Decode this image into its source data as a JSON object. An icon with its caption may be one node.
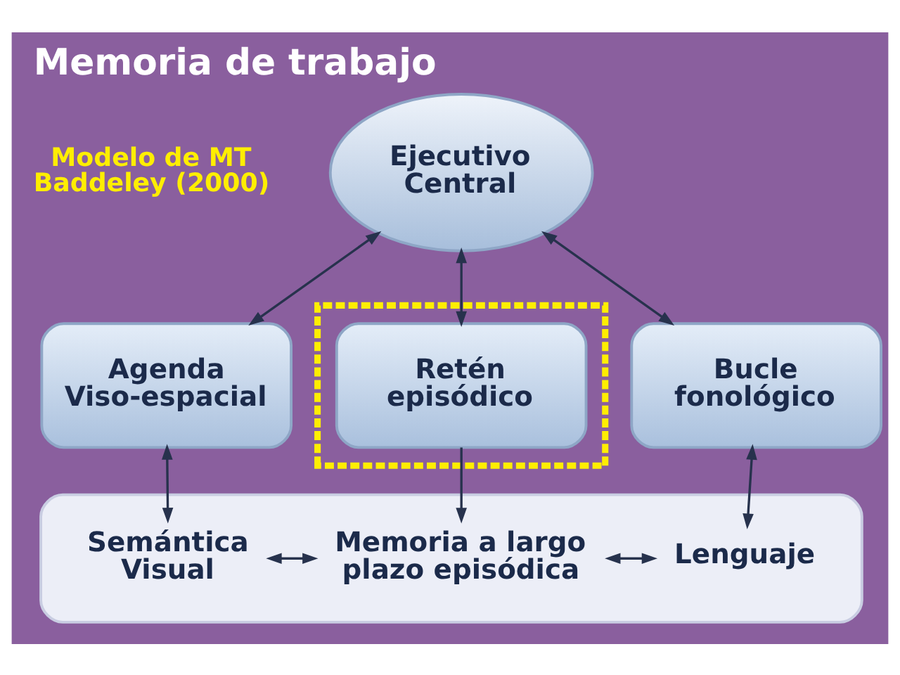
{
  "diagram": {
    "title": "Memoria de trabajo",
    "nodes": [
      {
        "text": [
          "Ejecutivo Central"
        ]
      },
      {
        "text": [
          "Agenda Viso-espacial"
        ]
      },
      {
        "text": [],
        "shape": "box"
      },
      {
        "text": [
          "Retén episódico"
        ],
        "in": 2
      },
      {
        "text": [
          "Bucle fonológico"
        ]
      },
      {
        "text": [],
        "shape": "box"
      },
      {
        "text": [
          "Semántica Visual"
        ],
        "in": 5
      },
      {
        "text": [
          "Memoria a largo plazo episódica"
        ],
        "in": 5
      },
      {
        "text": [
          "Lenguaje"
        ],
        "in": 5
      }
    ],
    "edges": [
      {
        "from": 0,
        "to": 1,
        "arrow": "both"
      },
      {
        "from": 0,
        "to": 3,
        "arrow": "both"
      },
      {
        "from": 0,
        "to": 4,
        "arrow": "both"
      },
      {
        "from": 1,
        "to": 6,
        "arrow": "both"
      },
      {
        "from": 3,
        "to": 7,
        "arrow": "to"
      },
      {
        "from": 4,
        "to": 8,
        "arrow": "both"
      },
      {
        "from": 6,
        "to": 7,
        "arrow": "both"
      },
      {
        "from": 7,
        "to": 8,
        "arrow": "both"
      }
    ],
    "labels": [
      "Modelo de MT Baddeley (2000)"
    ]
  }
}
